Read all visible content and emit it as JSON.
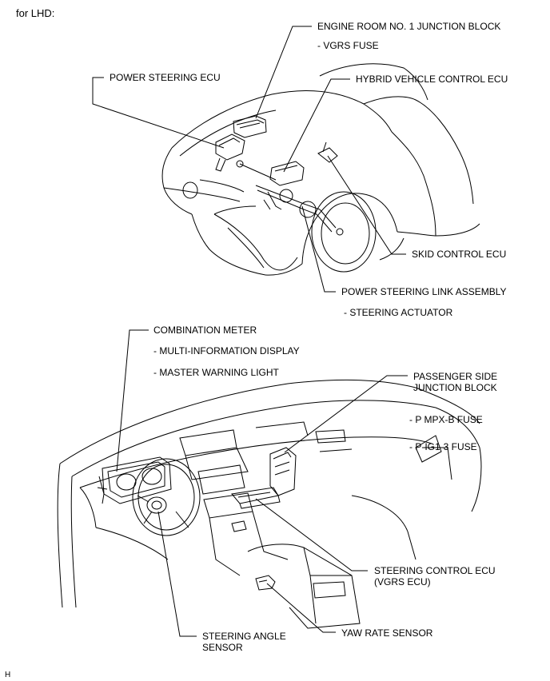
{
  "header": {
    "title": "for LHD:"
  },
  "top_view": {
    "labels": {
      "engine_room_jb": "ENGINE ROOM NO. 1 JUNCTION BLOCK",
      "vgrs_fuse": "- VGRS FUSE",
      "power_steering_ecu": "POWER STEERING ECU",
      "hybrid_vehicle_ecu": "HYBRID VEHICLE CONTROL ECU",
      "skid_control_ecu": "SKID CONTROL ECU",
      "ps_link_assembly": "POWER STEERING LINK ASSEMBLY",
      "steering_actuator": "- STEERING ACTUATOR"
    }
  },
  "bottom_view": {
    "labels": {
      "combination_meter": "COMBINATION METER",
      "multi_info_display": "- MULTI-INFORMATION DISPLAY",
      "master_warning_light": "- MASTER WARNING LIGHT",
      "passenger_jb": "PASSENGER SIDE\nJUNCTION BLOCK",
      "p_mpx_b_fuse": "- P MPX-B FUSE",
      "p_ig1_3_fuse": "- P-IG1-3 FUSE",
      "steering_control_ecu": "STEERING CONTROL ECU\n(VGRS ECU)",
      "steering_angle_sensor": "STEERING ANGLE\nSENSOR",
      "yaw_rate_sensor": "YAW RATE SENSOR"
    }
  },
  "footer": {
    "mark": "H"
  }
}
